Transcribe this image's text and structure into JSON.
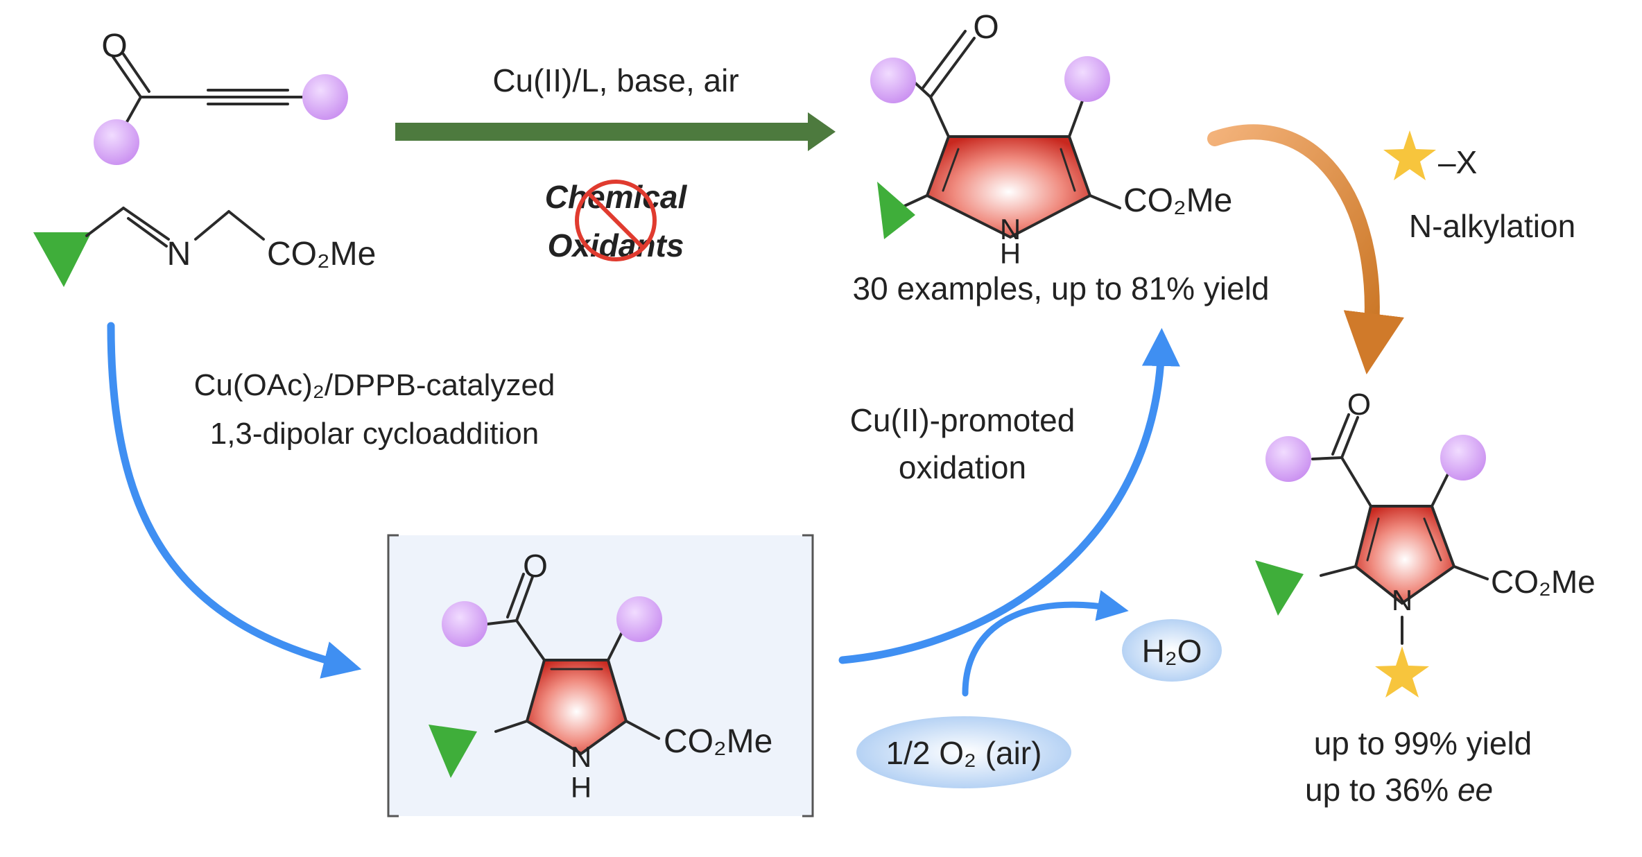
{
  "reactant_alkyne": {
    "label_o": "O"
  },
  "reactant_imine": {
    "label_n": "N",
    "label_co2me": "CO₂Me"
  },
  "top_conditions": "Cu(II)/L, base, air",
  "no_oxidant": {
    "line1": "Chemical",
    "line2": "Oxidants"
  },
  "left_conditions": {
    "line1": "Cu(OAc)₂/DPPB-catalyzed",
    "line2": "1,3-dipolar cycloaddition"
  },
  "middle_conditions": {
    "line1": "Cu(II)-promoted",
    "line2": "oxidation"
  },
  "product_pyrrole": {
    "label_o": "O",
    "label_nh_n": "N",
    "label_nh_h": "H",
    "label_co2me": "CO₂Me",
    "scope": "30 examples, up to 81% yield"
  },
  "intermediate": {
    "label_o": "O",
    "label_n": "N",
    "label_h": "H",
    "label_co2me": "CO₂Me"
  },
  "oxidant": {
    "air": "1/2 O₂ (air)",
    "water": "H₂O"
  },
  "alkylation": {
    "reagent_x": "–X",
    "label": "N-alkylation"
  },
  "alkylated_product": {
    "label_o": "O",
    "label_n": "N",
    "label_co2me": "CO₂Me",
    "yield": "up to 99% yield",
    "ee_prefix": "up to 36% ",
    "ee_suffix": "ee"
  },
  "colors": {
    "purple_sphere": "#d9a8f5",
    "green_triangle": "#3fae3a",
    "gold_star": "#f7c53d",
    "red_ring": "#d93a2f",
    "blue_arrow": "#3f8ff2",
    "green_arrow": "#4d7a3e",
    "orange_arrow": "#d98a3a",
    "box_fill": "#eef3fb"
  }
}
